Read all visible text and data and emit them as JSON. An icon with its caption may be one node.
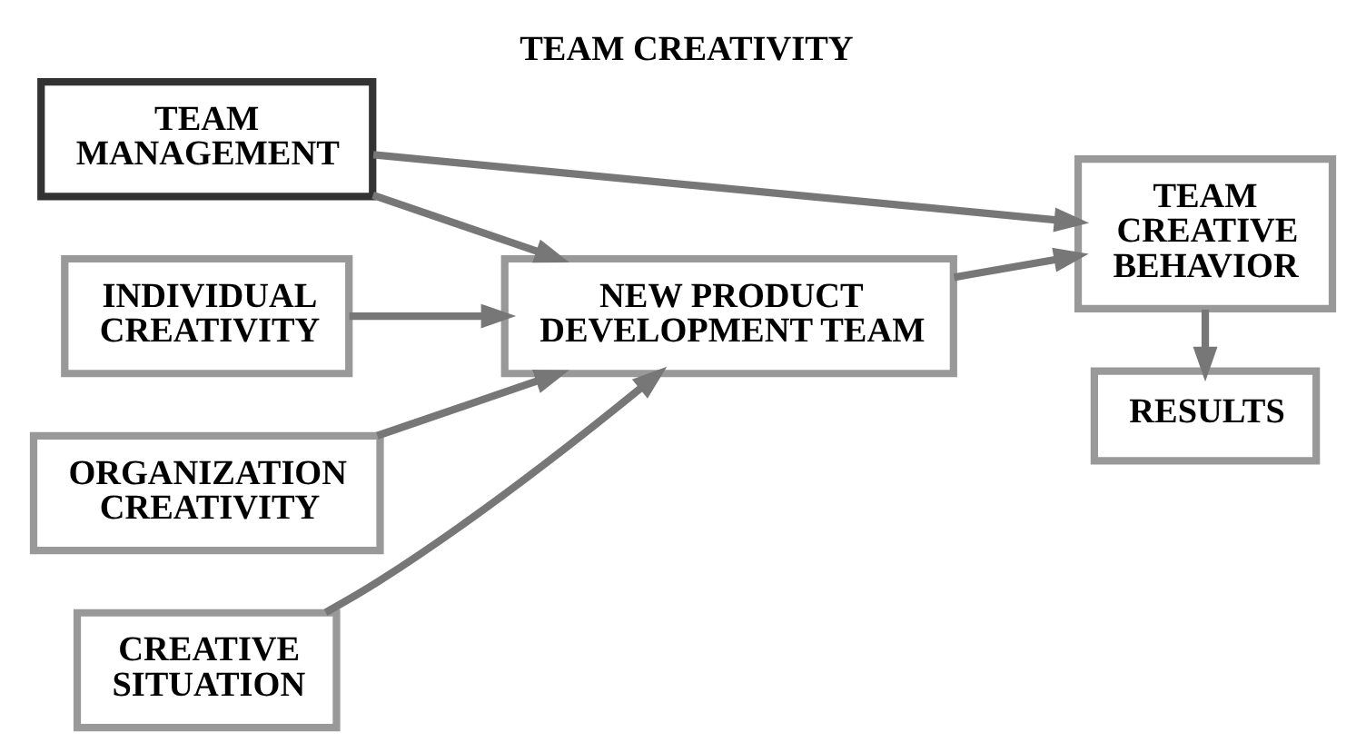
{
  "diagram": {
    "title": "TEAM CREATIVITY",
    "nodes": [
      {
        "text": [
          "TEAM MANAGEMENT"
        ]
      },
      {
        "text": [
          "INDIVIDUAL CREATIVITY"
        ]
      },
      {
        "text": [
          "ORGANIZATION CREATIVITY"
        ]
      },
      {
        "text": [
          "CREATIVE SITUATION"
        ]
      },
      {
        "text": [
          "NEW PRODUCT DEVELOPMENT TEAM"
        ]
      },
      {
        "text": [
          "RESULTS"
        ]
      },
      {
        "text": [
          "TEAM CREATIVE BEHAVIOR"
        ]
      }
    ],
    "edges": [
      {
        "from": 0,
        "to": 4,
        "arrow": "to"
      },
      {
        "from": 0,
        "to": 6,
        "arrow": "to"
      },
      {
        "from": 1,
        "to": 4,
        "arrow": "to"
      },
      {
        "from": 2,
        "to": 4,
        "arrow": "to"
      },
      {
        "from": 3,
        "to": 4,
        "arrow": "to"
      },
      {
        "from": 4,
        "to": 6,
        "arrow": "to"
      },
      {
        "from": 6,
        "to": 5,
        "arrow": "to"
      }
    ]
  }
}
